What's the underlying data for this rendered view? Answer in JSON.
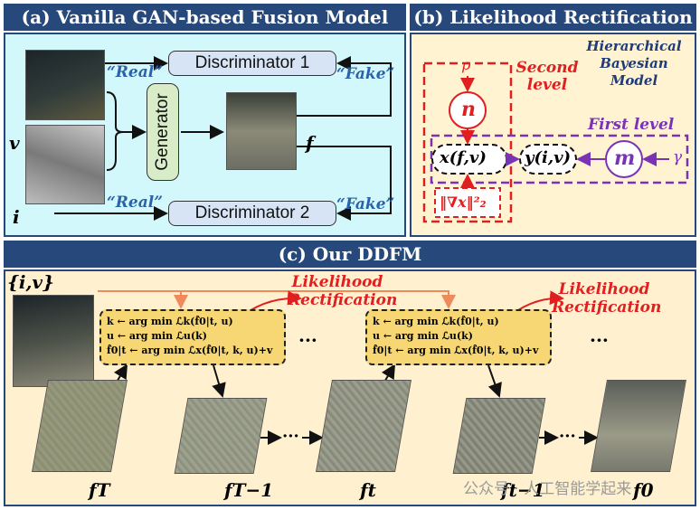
{
  "panel_a": {
    "title": "(a) Vanilla GAN-based Fusion Model",
    "disc1": "Discriminator 1",
    "disc2": "Discriminator 2",
    "generator": "Generator",
    "real_top": "“Real”",
    "real_bottom": "“Real”",
    "fake_top": "“Fake”",
    "fake_bottom": "“Fake”",
    "v": "v",
    "i": "i",
    "f": "f"
  },
  "panel_b": {
    "title": "(b) Likelihood Rectification",
    "rho": "ρ",
    "n": "n",
    "second_level": "Second level",
    "hbm": "Hierarchical Bayesian Model",
    "first_level": "First level",
    "x_node": "x(f,v)",
    "y_node": "y(i,v)",
    "m": "m",
    "gamma": "γ",
    "grad": "‖∇x‖²₂"
  },
  "panel_c": {
    "title": "(c) Our DDFM",
    "input_label": "{i,v}",
    "lr1": "Likelihood Rectification",
    "lr2": "Likelihood Rectification",
    "eq1": "k ← arg min ℒk(f̂0|t, u)",
    "eq2": "u ← arg min ℒu(k)",
    "eq3": "f̂0|t ← arg min ℒx(f̂0|t, k, u)+v",
    "ellipsis": "···",
    "arrow_dots": "→···",
    "fT": "fT",
    "fT1": "fT−1",
    "ft": "ft",
    "ft1": "ft−1",
    "f0": "f0"
  },
  "watermark": "公众号 · 人工智能学起来",
  "colors": {
    "title_bg": "#27487a",
    "panel_a_bg": "#d3f8fb",
    "panel_b_bg": "#fff3d2",
    "panel_c_bg": "#fff1cf",
    "red": "#e02020",
    "purple": "#7a33b5",
    "quote": "#2a62a8"
  }
}
